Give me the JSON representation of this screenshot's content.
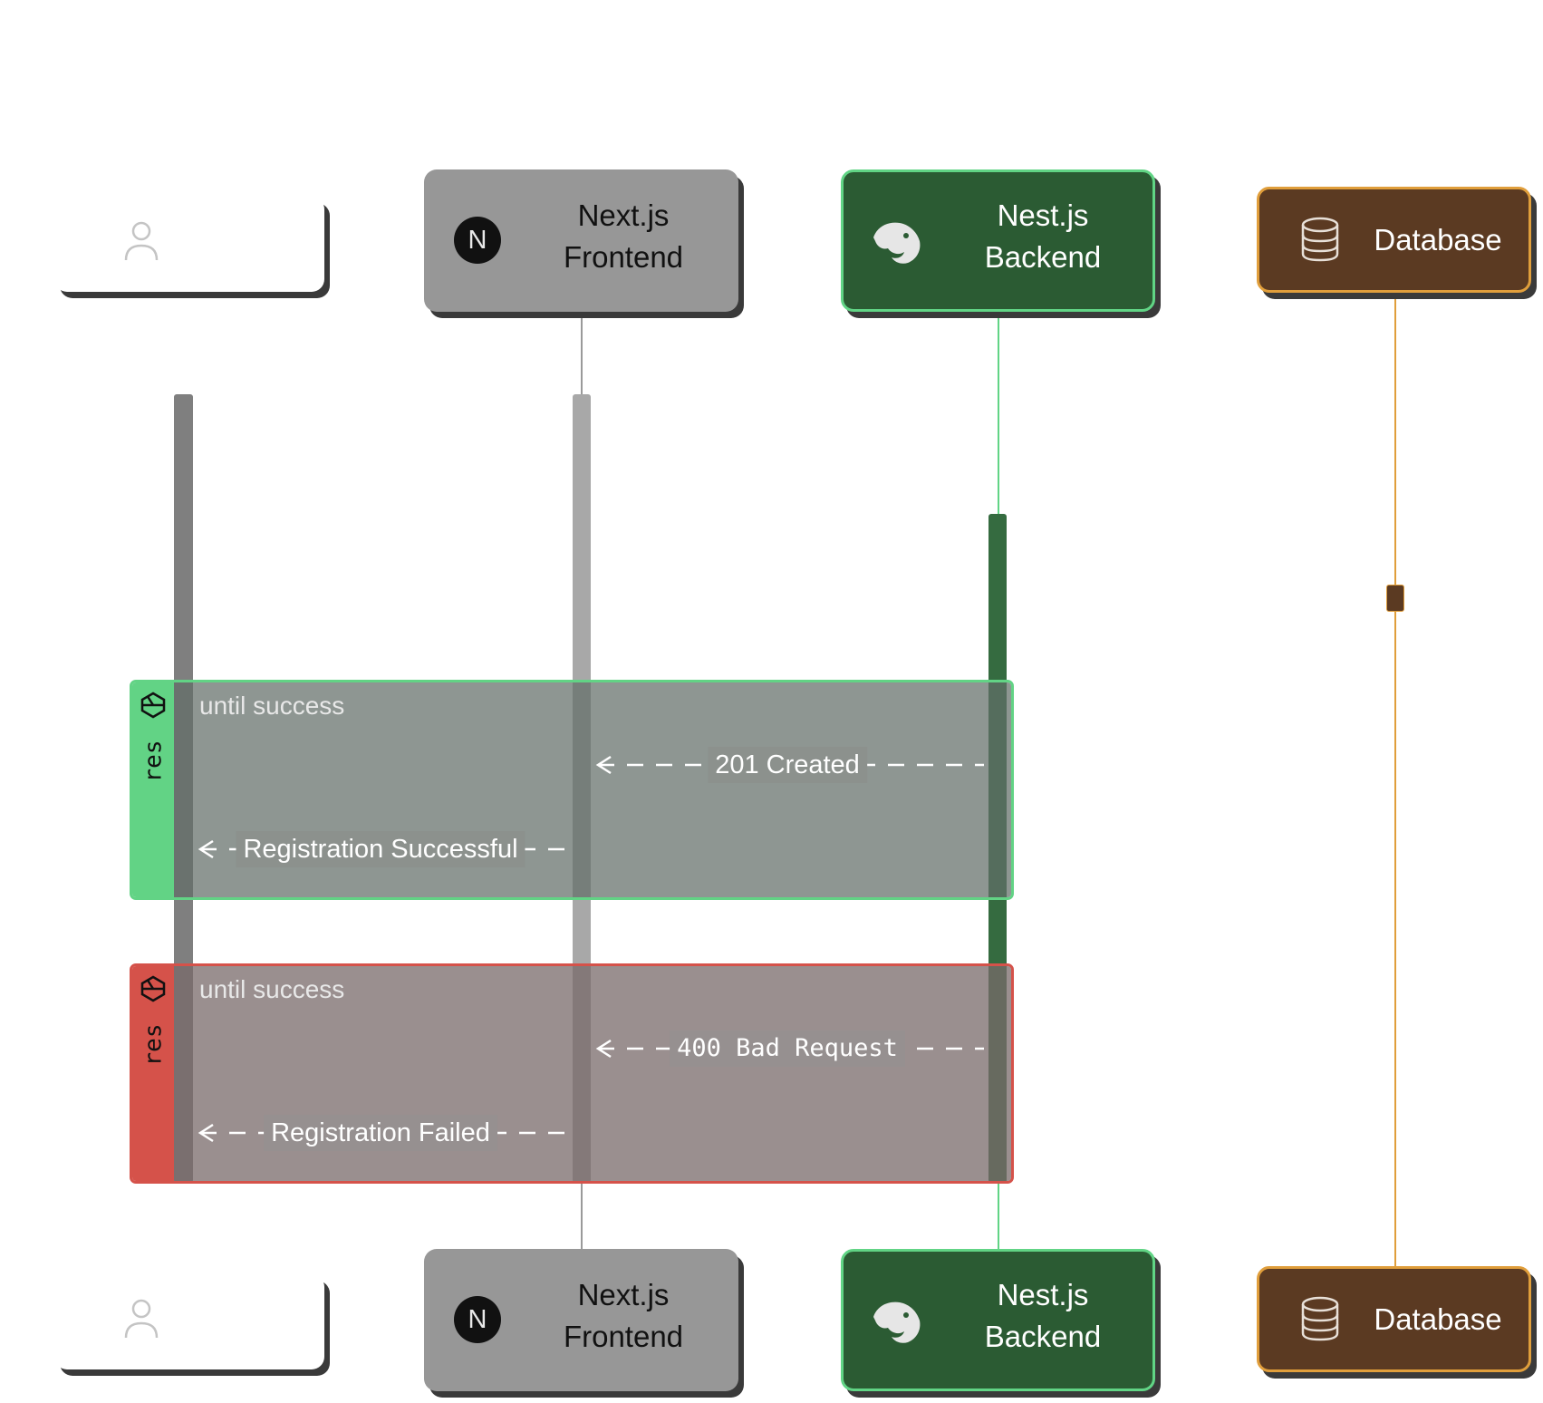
{
  "participants": {
    "frontend": {
      "line1": "Next.js",
      "line2": "Frontend",
      "logo": "N"
    },
    "backend": {
      "line1": "Nest.js",
      "line2": "Backend"
    },
    "database": {
      "label": "Database"
    }
  },
  "frames": {
    "success": {
      "tab_label": "res",
      "condition": "until success",
      "messages": {
        "created": "201 Created",
        "registered": "Registration Successful"
      }
    },
    "failure": {
      "tab_label": "res",
      "condition": "until success",
      "messages": {
        "bad_request": "400 Bad Request",
        "failed": "Registration Failed"
      }
    }
  },
  "colors": {
    "frontend": "#979797",
    "backend": "#2b5b33",
    "backend_border": "#61d485",
    "database": "#5b3a22",
    "database_border": "#e09e3b",
    "success_tab": "#62d385",
    "failure_tab": "#d5524a"
  },
  "icons": {
    "user": "user-icon",
    "frontend": "nextjs-logo-icon",
    "backend": "nestjs-logo-icon",
    "database": "database-icon",
    "frame": "loop-hexagon-icon"
  }
}
